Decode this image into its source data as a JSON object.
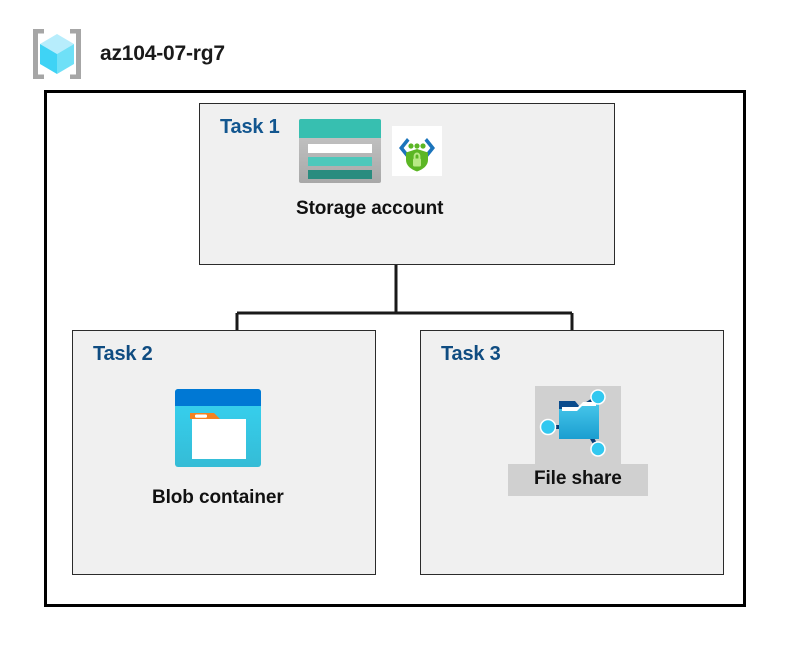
{
  "resource_group": {
    "name": "az104-07-rg7",
    "icon": "resource-group-cube-icon"
  },
  "tasks": [
    {
      "id": "task-1",
      "label": "Task 1",
      "node_caption": "Storage account",
      "icons": [
        "storage-account-icon",
        "secure-endpoint-shield-icon"
      ],
      "caption_highlighted": false
    },
    {
      "id": "task-2",
      "label": "Task 2",
      "node_caption": "Blob container",
      "icons": [
        "blob-container-icon"
      ],
      "caption_highlighted": false
    },
    {
      "id": "task-3",
      "label": "Task 3",
      "node_caption": "File share",
      "icons": [
        "file-share-icon"
      ],
      "caption_highlighted": true
    }
  ],
  "colors": {
    "storage_teal": "#37bfb0",
    "storage_teal_dark": "#2a8c7f",
    "storage_gray": "#b3b3b3",
    "shield_green": "#5bb624",
    "bracket_blue": "#1b74bb",
    "blob_blue": "#0078d4",
    "blob_cyan": "#32ccec",
    "blob_orange": "#f58220",
    "share_cyan": "#32b8e0",
    "share_navy": "#0a4b8c",
    "task_label_blue": "#0f4c81",
    "box_border": "#000000",
    "box_fill": "#f0f0f0",
    "highlight_gray": "#d0d0d0",
    "rg_cube_light": "#a5e9fb",
    "rg_cube_mid": "#3fd3f5",
    "rg_bracket_gray": "#a6a6a6"
  },
  "connectors": [
    {
      "from": "task-1",
      "to": "task-2"
    },
    {
      "from": "task-1",
      "to": "task-3"
    }
  ]
}
